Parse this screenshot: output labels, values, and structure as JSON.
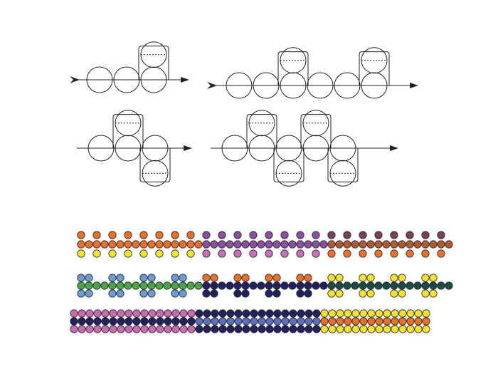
{
  "figure": {
    "background": "#ffffff",
    "line_color": "#222222",
    "bead_outline": "#2a2a2a"
  },
  "schematics": [
    {
      "name": "schematic-top-left",
      "chain": [
        "main",
        "main",
        "main-stack"
      ],
      "start_marker": "feathered-tail"
    },
    {
      "name": "schematic-top-right",
      "chain": [
        "main",
        "main",
        "main-stack",
        "main",
        "main",
        "main-stack"
      ],
      "start_marker": "feathered-tail"
    },
    {
      "name": "schematic-bottom-left",
      "chain": [
        "main",
        "main-stack-up",
        "main-stack-down"
      ],
      "start_marker": "none"
    },
    {
      "name": "schematic-bottom-right",
      "chain": [
        "main",
        "main-stack-up",
        "main-stack-down",
        "main-stack-up",
        "main-stack-down"
      ],
      "start_marker": "none"
    }
  ],
  "palette": {
    "orange": "#e8702a",
    "yellow": "#f3e232",
    "purple": "#8b4fa0",
    "pink": "#c76fb8",
    "rust": "#b05a34",
    "plum": "#7a3f5c",
    "sky_blue": "#6b9bd2",
    "green": "#4aa54a",
    "navy": "#22205e",
    "dark_teal": "#1e4a44",
    "periwinkle": "#5d6fbf",
    "magenta": "#c86bb4"
  },
  "bead_rows": [
    {
      "name": "bead-row-1",
      "segments": [
        {
          "colors": [
            "orange",
            "orange",
            "yellow"
          ],
          "count": 8
        },
        {
          "colors": [
            "purple",
            "purple",
            "pink"
          ],
          "count": 8
        },
        {
          "colors": [
            "plum",
            "rust",
            "orange"
          ],
          "count": 8
        }
      ]
    },
    {
      "name": "bead-row-2",
      "segments": [
        {
          "colors": [
            "sky_blue",
            "green",
            "sky_blue"
          ],
          "count": 8
        },
        {
          "colors": [
            "orange",
            "navy",
            "navy"
          ],
          "count": 8
        },
        {
          "colors": [
            "yellow",
            "dark_teal",
            "yellow"
          ],
          "count": 8
        }
      ]
    },
    {
      "name": "bead-row-3",
      "segments": [
        {
          "colors": [
            "magenta",
            "navy",
            "magenta"
          ],
          "count": 8
        },
        {
          "colors": [
            "navy",
            "periwinkle",
            "navy"
          ],
          "count": 8
        },
        {
          "colors": [
            "yellow",
            "orange",
            "yellow"
          ],
          "count": 7
        }
      ]
    }
  ]
}
